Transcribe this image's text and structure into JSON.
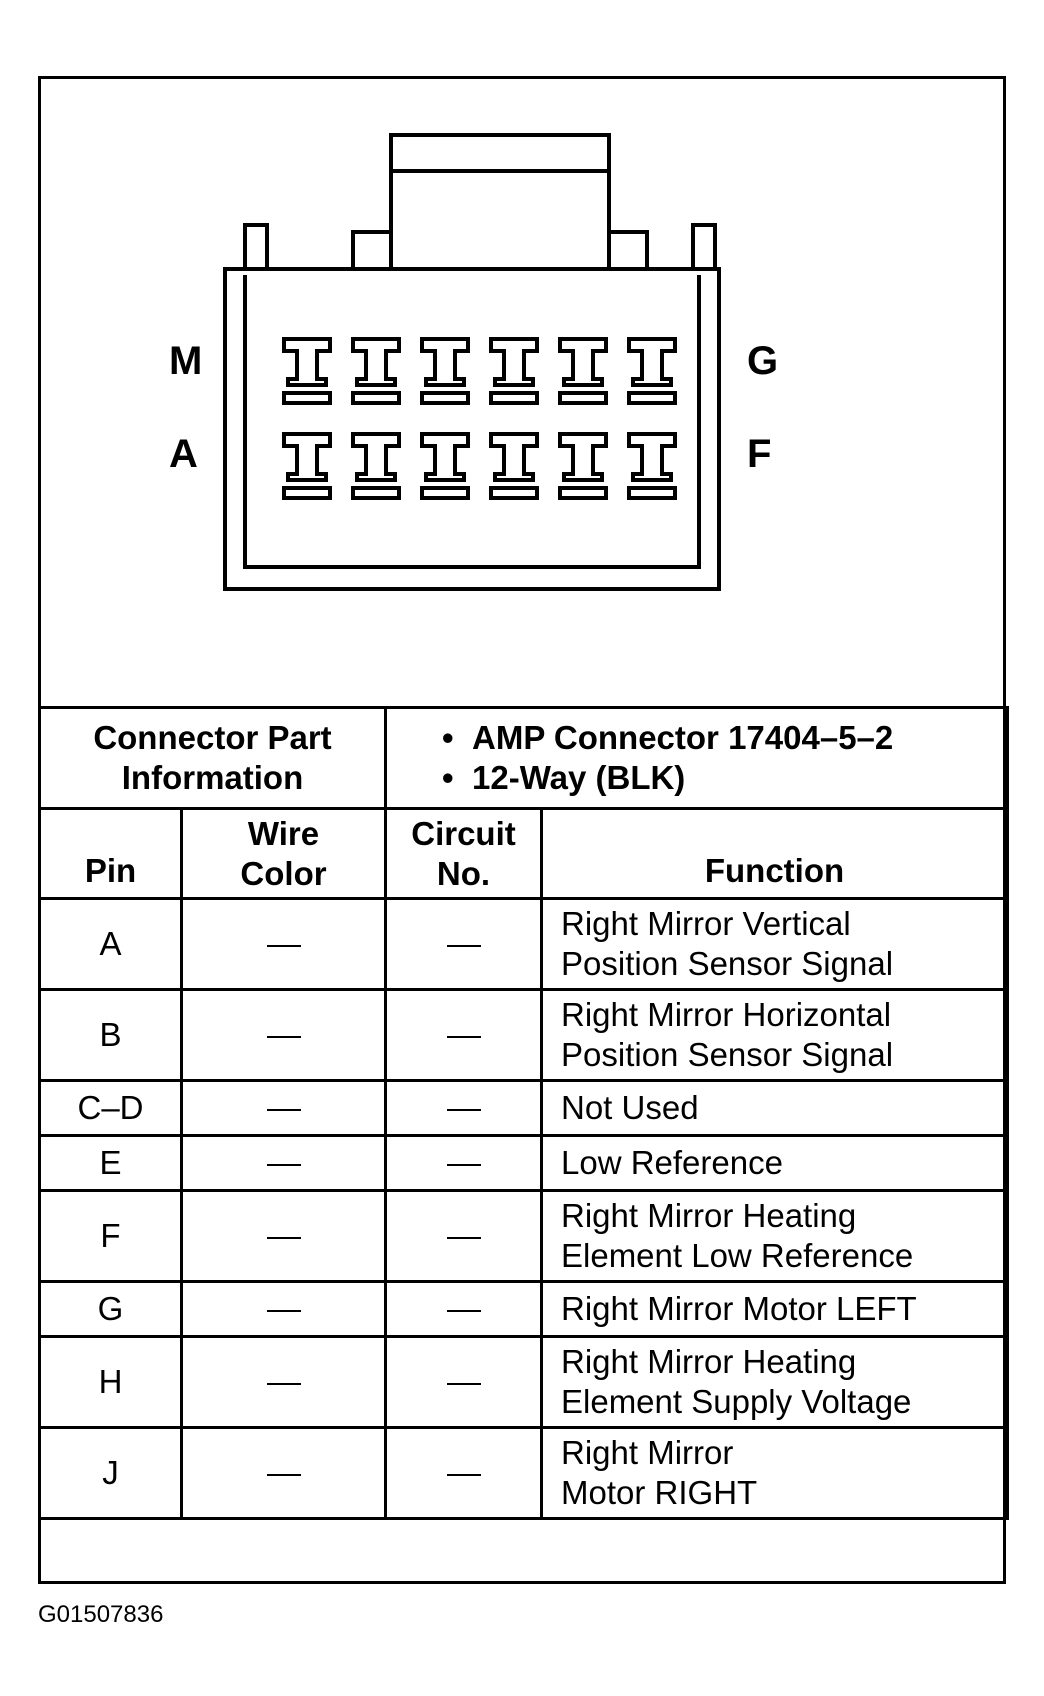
{
  "connector": {
    "labels": {
      "top_left": "M",
      "bottom_left": "A",
      "top_right": "G",
      "bottom_right": "F"
    },
    "cavities_per_row": 6,
    "rows": 2
  },
  "part_info": {
    "label_line1": "Connector Part",
    "label_line2": "Information",
    "bullet1": "AMP Connector 17404–5–2",
    "bullet2": "12-Way (BLK)"
  },
  "headers": {
    "pin": "Pin",
    "wire_color_line1": "Wire",
    "wire_color_line2": "Color",
    "circuit_line1": "Circuit",
    "circuit_line2": "No.",
    "function": "Function"
  },
  "rows": [
    {
      "pin": "A",
      "wire": "—",
      "circuit": "—",
      "function_line1": "Right Mirror Vertical",
      "function_line2": "Position Sensor Signal"
    },
    {
      "pin": "B",
      "wire": "—",
      "circuit": "—",
      "function_line1": "Right Mirror Horizontal",
      "function_line2": "Position Sensor Signal"
    },
    {
      "pin": "C–D",
      "wire": "—",
      "circuit": "—",
      "function_line1": "Not Used",
      "function_line2": ""
    },
    {
      "pin": "E",
      "wire": "—",
      "circuit": "—",
      "function_line1": "Low Reference",
      "function_line2": ""
    },
    {
      "pin": "F",
      "wire": "—",
      "circuit": "—",
      "function_line1": "Right Mirror Heating",
      "function_line2": "Element Low Reference"
    },
    {
      "pin": "G",
      "wire": "—",
      "circuit": "—",
      "function_line1": "Right Mirror Motor LEFT",
      "function_line2": ""
    },
    {
      "pin": "H",
      "wire": "—",
      "circuit": "—",
      "function_line1": "Right Mirror Heating",
      "function_line2": "Element Supply Voltage"
    },
    {
      "pin": "J",
      "wire": "—",
      "circuit": "—",
      "function_line1": "Right Mirror",
      "function_line2": "Motor RIGHT"
    }
  ],
  "figure_id": "G01507836"
}
